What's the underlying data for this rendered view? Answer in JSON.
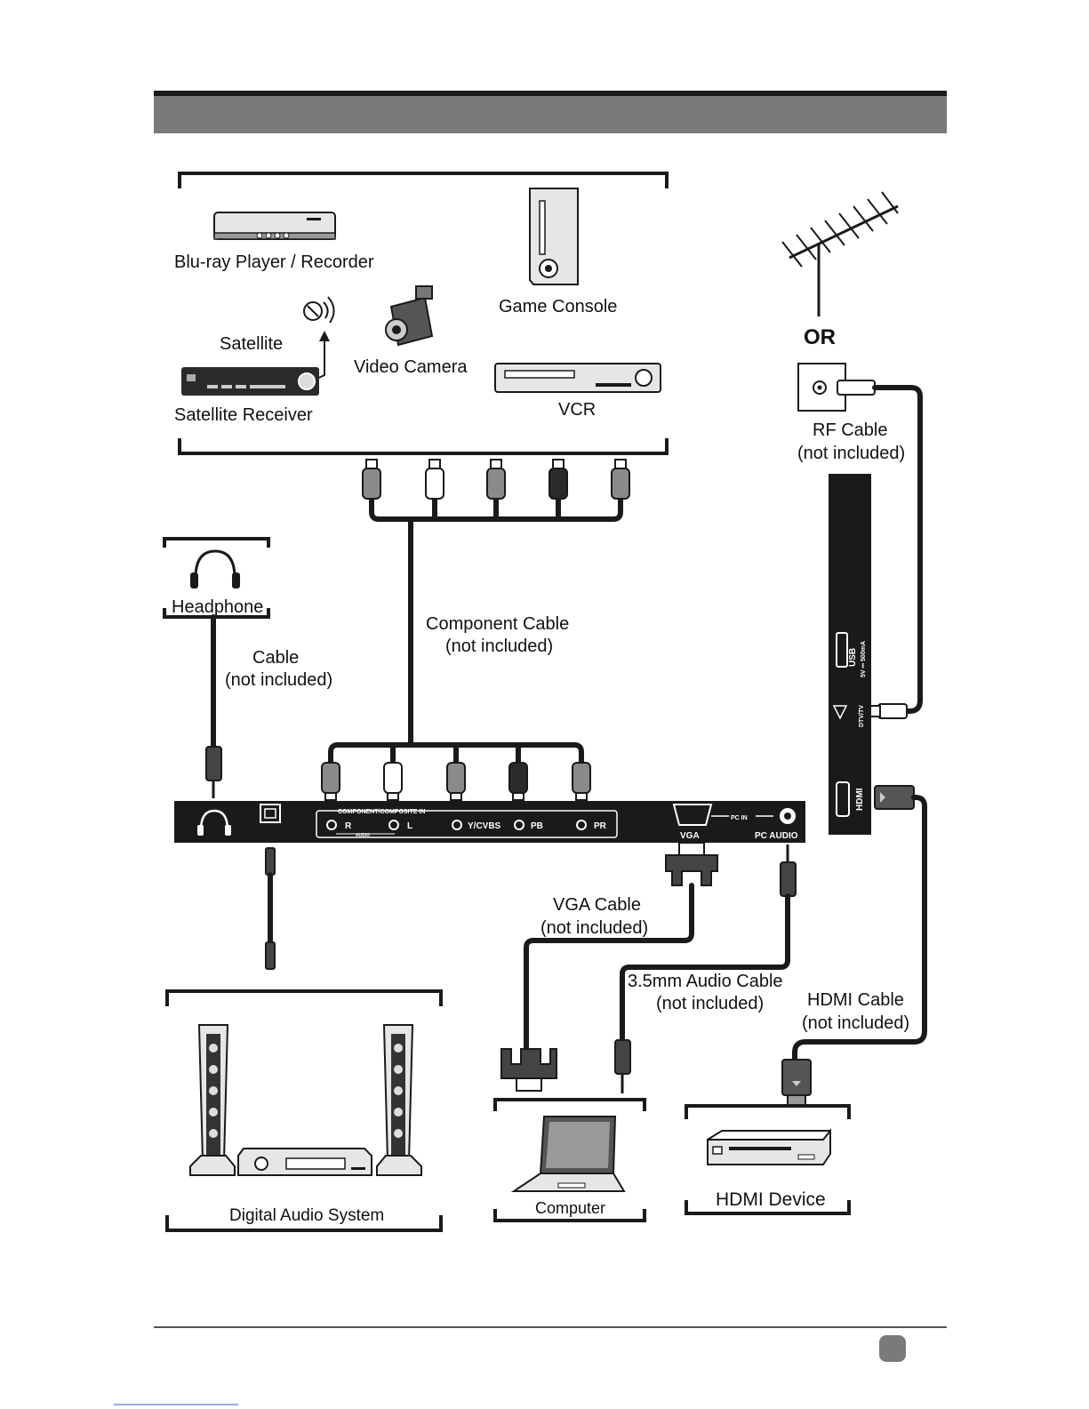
{
  "labels": {
    "bluray": "Blu-ray Player / Recorder",
    "game_console": "Game Console",
    "satellite": "Satellite",
    "video_camera": "Video Camera",
    "satellite_receiver": "Satellite Receiver",
    "vcr": "VCR",
    "or": "OR",
    "rf_cable": "RF Cable",
    "rf_cable_note": "(not included)",
    "headphone": "Headphone",
    "cable": "Cable",
    "cable_note": "(not included)",
    "component_cable": "Component Cable",
    "component_cable_note": "(not included)",
    "vga_cable": "VGA Cable",
    "vga_cable_note": "(not included)",
    "audio_cable": "3.5mm Audio Cable",
    "audio_cable_note": "(not included)",
    "hdmi_cable": "HDMI Cable",
    "hdmi_cable_note": "(not included)",
    "digital_audio_system": "Digital Audio System",
    "computer": "Computer",
    "hdmi_device": "HDMI Device"
  },
  "tv_ports": {
    "component_title": "COMPONENT/COMPOSITE IN",
    "r": "R",
    "l": "L",
    "audio": "AUDIO",
    "ycvbs": "Y/CVBS",
    "pb": "PB",
    "pr": "PR",
    "pc_in": "PC IN",
    "vga": "VGA",
    "pc_audio": "PC AUDIO",
    "usb": "USB",
    "usb_rating": "5V ⎓ 500mA",
    "dtv": "DTV/TV",
    "hdmi": "HDMI"
  },
  "colors": {
    "header_bar": "#7a7a7a",
    "panel": "#1a1a1a",
    "plug_gray": "#8a8a8a",
    "plug_white": "#ffffff",
    "plug_black": "#2a2a2a"
  }
}
